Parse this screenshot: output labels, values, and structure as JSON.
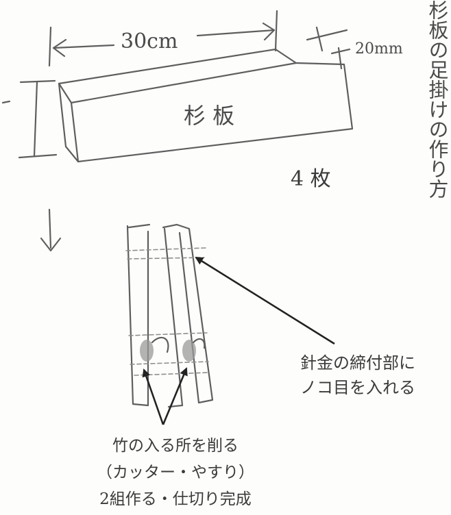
{
  "dimensions": {
    "length": "30cm",
    "thickness": "20mm"
  },
  "board": {
    "label": "杉 板"
  },
  "count_label": "4 枚",
  "vertical_title": "杉板の足掛けの作り方",
  "wire_note": {
    "line1": "針金の締付部に",
    "line2": "ノコ目を入れる"
  },
  "bamboo_note": {
    "line1": "竹の入る所を削る",
    "line2": "（カッター・やすり）",
    "line3": "2組作る・仕切り完成"
  }
}
